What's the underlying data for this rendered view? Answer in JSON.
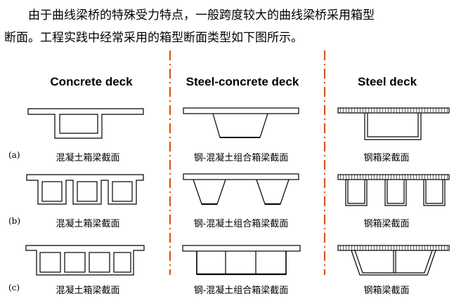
{
  "paragraph": {
    "line1": "由于曲线梁桥的特殊受力特点，一般跨度较大的曲线梁桥采用箱型",
    "line2": "断面。工程实践中经常采用的箱型断面类型如下图所示。"
  },
  "columns": [
    {
      "header": "Concrete deck"
    },
    {
      "header": "Steel-concrete deck"
    },
    {
      "header": "Steel deck"
    }
  ],
  "rows": [
    {
      "label": "(a)",
      "captions": [
        "混凝土箱梁截面",
        "钢-混凝土组合箱梁截面",
        "钢箱梁截面"
      ]
    },
    {
      "label": "(b)",
      "captions": [
        "混凝土箱梁截面",
        "钢-混凝土组合箱梁截面",
        "钢箱梁截面"
      ]
    },
    {
      "label": "(c)",
      "captions": [
        "混凝土箱梁截面",
        "钢-混凝土组合箱梁截面",
        "钢箱梁截面"
      ]
    }
  ],
  "colors": {
    "divider": "#d9541a",
    "line": "#000000"
  }
}
